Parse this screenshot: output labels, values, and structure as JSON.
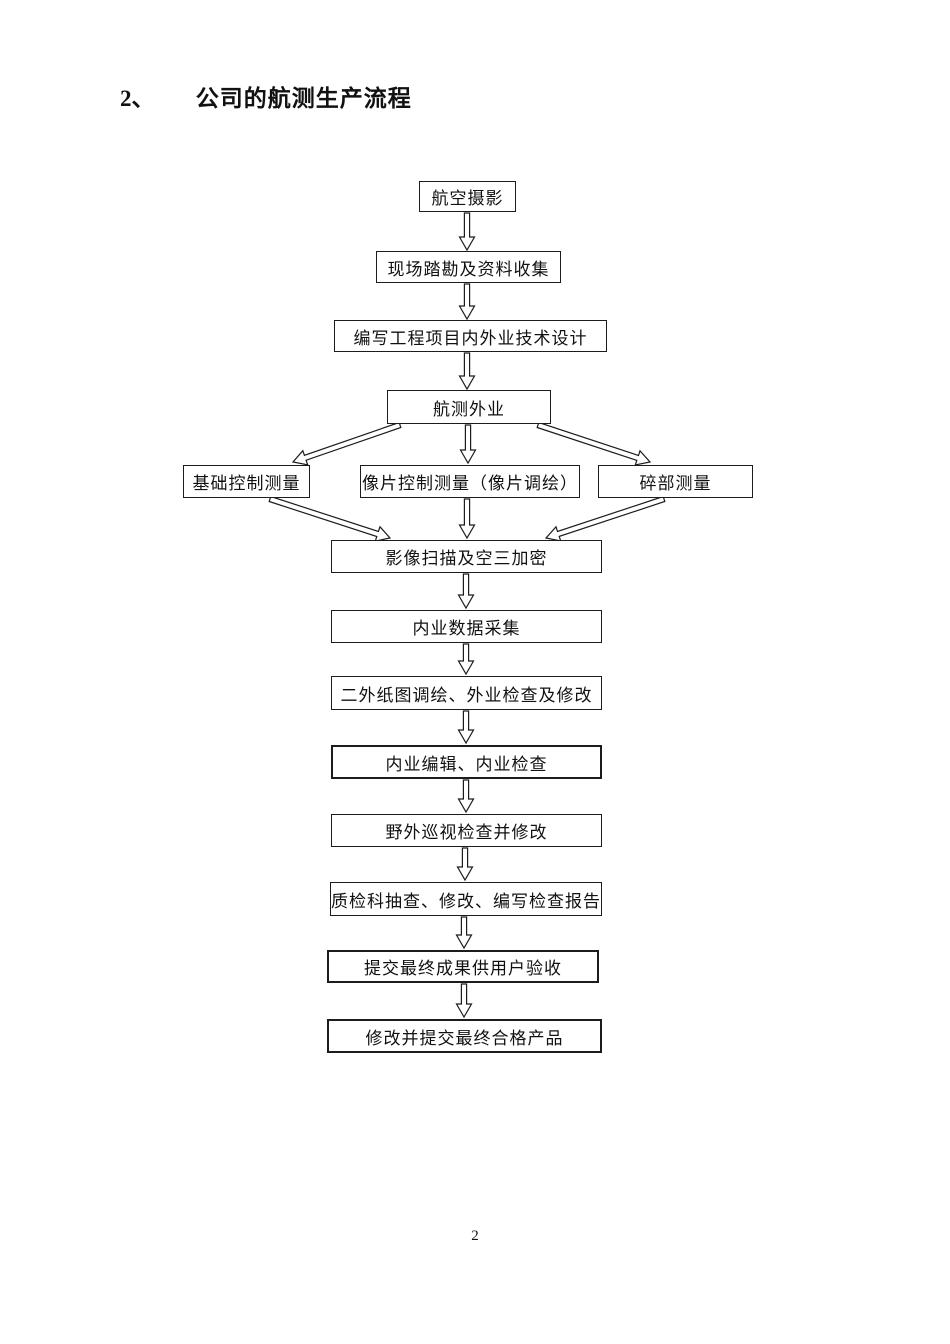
{
  "page": {
    "heading_number": "2、",
    "heading_title": "公司的航测生产流程",
    "page_number": "2"
  },
  "flowchart": {
    "nodes": [
      {
        "id": "aerial-photography",
        "label": "航空摄影"
      },
      {
        "id": "site-reconnaissance",
        "label": "现场踏勘及资料收集"
      },
      {
        "id": "technical-design",
        "label": "编写工程项目内外业技术设计"
      },
      {
        "id": "aerial-field-work",
        "label": "航测外业"
      },
      {
        "id": "basic-control-survey",
        "label": "基础控制测量"
      },
      {
        "id": "photo-control-survey",
        "label": "像片控制测量（像片调绘）"
      },
      {
        "id": "detail-survey",
        "label": "碎部测量"
      },
      {
        "id": "image-scan-triangulation",
        "label": "影像扫描及空三加密"
      },
      {
        "id": "indoor-data-collection",
        "label": "内业数据采集"
      },
      {
        "id": "field-annotation-check",
        "label": "二外纸图调绘、外业检查及修改"
      },
      {
        "id": "indoor-edit-check",
        "label": "内业编辑、内业检查"
      },
      {
        "id": "field-patrol-check",
        "label": "野外巡视检查并修改"
      },
      {
        "id": "quality-inspection",
        "label": "质检科抽查、修改、编写检查报告"
      },
      {
        "id": "submit-final-results",
        "label": "提交最终成果供用户验收"
      },
      {
        "id": "submit-qualified-product",
        "label": "修改并提交最终合格产品"
      }
    ],
    "edges": [
      {
        "from": "aerial-photography",
        "to": "site-reconnaissance"
      },
      {
        "from": "site-reconnaissance",
        "to": "technical-design"
      },
      {
        "from": "technical-design",
        "to": "aerial-field-work"
      },
      {
        "from": "aerial-field-work",
        "to": "basic-control-survey"
      },
      {
        "from": "aerial-field-work",
        "to": "photo-control-survey"
      },
      {
        "from": "aerial-field-work",
        "to": "detail-survey"
      },
      {
        "from": "basic-control-survey",
        "to": "image-scan-triangulation"
      },
      {
        "from": "photo-control-survey",
        "to": "image-scan-triangulation"
      },
      {
        "from": "detail-survey",
        "to": "image-scan-triangulation"
      },
      {
        "from": "image-scan-triangulation",
        "to": "indoor-data-collection"
      },
      {
        "from": "indoor-data-collection",
        "to": "field-annotation-check"
      },
      {
        "from": "field-annotation-check",
        "to": "indoor-edit-check"
      },
      {
        "from": "indoor-edit-check",
        "to": "field-patrol-check"
      },
      {
        "from": "field-patrol-check",
        "to": "quality-inspection"
      },
      {
        "from": "quality-inspection",
        "to": "submit-final-results"
      },
      {
        "from": "submit-final-results",
        "to": "submit-qualified-product"
      }
    ],
    "colors": {
      "box_border": "#1c1c1c",
      "box_fill": "#ffffff",
      "arrow_outline": "#1c1c1c",
      "arrow_fill": "#ffffff"
    }
  }
}
